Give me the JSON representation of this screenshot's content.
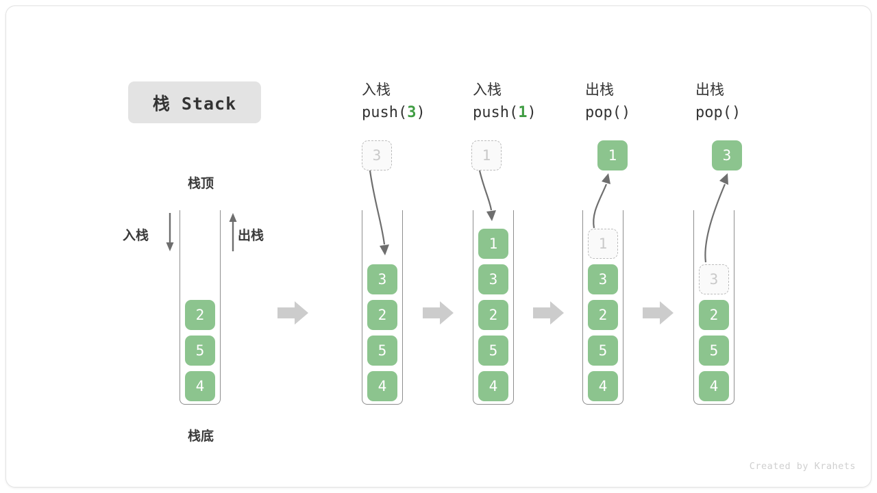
{
  "title": {
    "badge_label": "栈 Stack"
  },
  "legend": {
    "top_label": "栈顶",
    "bottom_label": "栈底",
    "push_label": "入栈",
    "pop_label": "出栈"
  },
  "credit": "Created by Krahets",
  "colors": {
    "element_green": "#8cc48e",
    "accent_green": "#3f9c42",
    "ghost_fill": "#fafafa",
    "ghost_border": "#bdbdbd",
    "tube_stroke": "#8d8d8d",
    "arrow_gray": "#6e6e6e",
    "block_arrow": "#cccccc",
    "badge_bg": "#e3e3e3",
    "text_dark": "#333333"
  },
  "stages": [
    {
      "id": "initial",
      "header_cn": "",
      "header_code": "",
      "code_arg": "",
      "elements": [
        "4",
        "5",
        "2"
      ],
      "ghost_in_tube": null,
      "floating": null
    },
    {
      "id": "push-3",
      "header_cn": "入栈",
      "header_code_prefix": "push(",
      "code_arg": "3",
      "header_code_suffix": ")",
      "elements": [
        "4",
        "5",
        "2",
        "3"
      ],
      "ghost_in_tube": null,
      "floating": {
        "value": "3",
        "style": "ghost",
        "direction": "down"
      }
    },
    {
      "id": "push-1",
      "header_cn": "入栈",
      "header_code_prefix": "push(",
      "code_arg": "1",
      "header_code_suffix": ")",
      "elements": [
        "4",
        "5",
        "2",
        "3",
        "1"
      ],
      "ghost_in_tube": null,
      "floating": {
        "value": "1",
        "style": "ghost",
        "direction": "down"
      }
    },
    {
      "id": "pop-1",
      "header_cn": "出栈",
      "header_code_prefix": "pop(",
      "code_arg": "",
      "header_code_suffix": ")",
      "elements": [
        "4",
        "5",
        "2",
        "3"
      ],
      "ghost_in_tube": "1",
      "floating": {
        "value": "1",
        "style": "filled",
        "direction": "up"
      }
    },
    {
      "id": "pop-3",
      "header_cn": "出栈",
      "header_code_prefix": "pop(",
      "code_arg": "",
      "header_code_suffix": ")",
      "elements": [
        "4",
        "5",
        "2"
      ],
      "ghost_in_tube": "3",
      "floating": {
        "value": "3",
        "style": "filled",
        "direction": "up"
      }
    }
  ]
}
